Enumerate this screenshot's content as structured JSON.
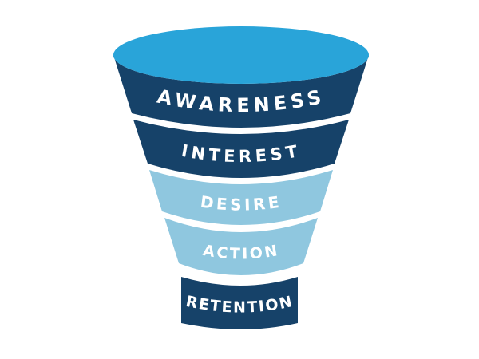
{
  "diagram": {
    "type": "marketing-funnel",
    "palette": {
      "background": "#ffffff",
      "top_opening": "#29A4D9",
      "dark_band": "#164269",
      "light_band": "#8FC7DF",
      "label_text": "#FFFFFF"
    },
    "top_opening_color": "#29A4D9",
    "stages": [
      {
        "label": "AWARENESS",
        "color": "#164269"
      },
      {
        "label": "INTEREST",
        "color": "#164269"
      },
      {
        "label": "DESIRE",
        "color": "#8FC7DF"
      },
      {
        "label": "ACTION",
        "color": "#8FC7DF"
      },
      {
        "label": "RETENTION",
        "color": "#164269"
      }
    ]
  }
}
